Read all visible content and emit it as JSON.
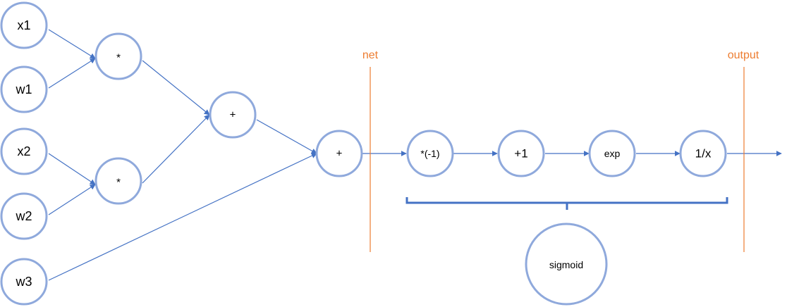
{
  "colors": {
    "node_stroke": "#8fa9dc",
    "edge": "#4472c4",
    "marker": "#ed7d31"
  },
  "nodes": {
    "x1": "x1",
    "w1": "w1",
    "x2": "x2",
    "w2": "w2",
    "w3": "w3",
    "mul1": "*",
    "mul2": "*",
    "add1": "+",
    "add2": "+",
    "neg": "*(-1)",
    "plus1": "+1",
    "exp": "exp",
    "recip": "1/x",
    "sigmoid": "sigmoid"
  },
  "markers": {
    "net": "net",
    "output": "output"
  }
}
